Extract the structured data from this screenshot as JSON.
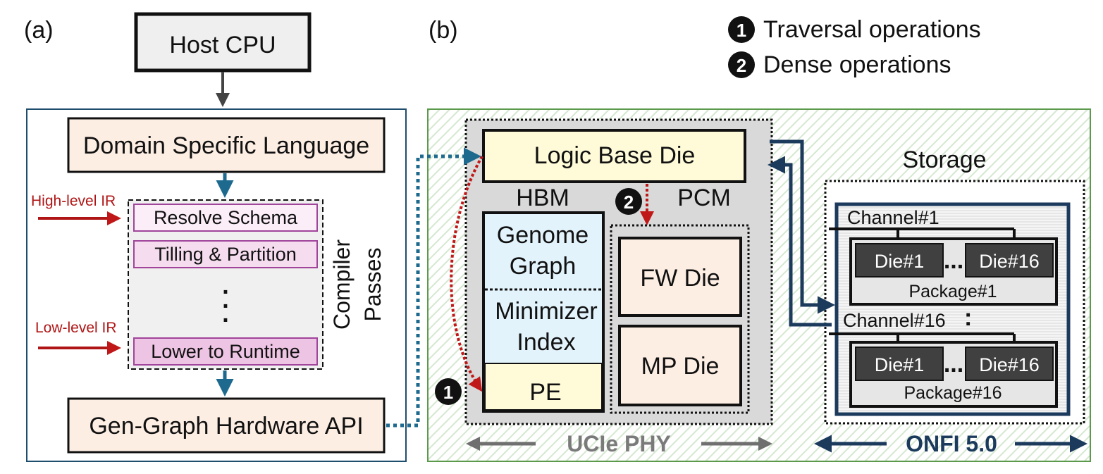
{
  "panel_a": {
    "label": "(a)",
    "host_cpu": "Host CPU",
    "dsl": "Domain Specific Language",
    "high_ir": "High-level IR",
    "low_ir": "Low-level IR",
    "passes": [
      "Resolve Schema",
      "Tilling & Partition",
      "Lower to Runtime"
    ],
    "ellipsis": ".",
    "compiler_label": [
      "Compiler",
      "Passes"
    ],
    "api": "Gen-Graph Hardware API"
  },
  "panel_b": {
    "label": "(b)",
    "legend": [
      {
        "num": "1",
        "text": "Traversal operations"
      },
      {
        "num": "2",
        "text": "Dense operations"
      }
    ],
    "logic_base_die": "Logic Base Die",
    "hbm": "HBM",
    "pcm": "PCM",
    "genome_graph": [
      "Genome",
      "Graph"
    ],
    "minimizer_index": [
      "Minimizer",
      "Index"
    ],
    "pe": "PE",
    "fw_die": "FW Die",
    "mp_die": "MP Die",
    "marker1": "1",
    "marker2": "2",
    "storage": "Storage",
    "channel1": "Channel#1",
    "channel16": "Channel#16",
    "die1": "Die#1",
    "die16": "Die#16",
    "package1": "Package#1",
    "package16": "Package#16",
    "ucie": "UCIe PHY",
    "onfi": "ONFI 5.0"
  },
  "colors": {
    "peach": "#fdeee4",
    "pale_yellow": "#fffbd9",
    "light_blue": "#e2f3fb",
    "pink": "#f6dcef",
    "pink_light": "#fbeef8",
    "pink_dark": "#edc4e3",
    "teal": "#1e6a8e",
    "navy": "#1b3a5c",
    "red": "#c01818",
    "gray_panel": "#d9d9d9",
    "green_border": "#5a9a4a"
  }
}
